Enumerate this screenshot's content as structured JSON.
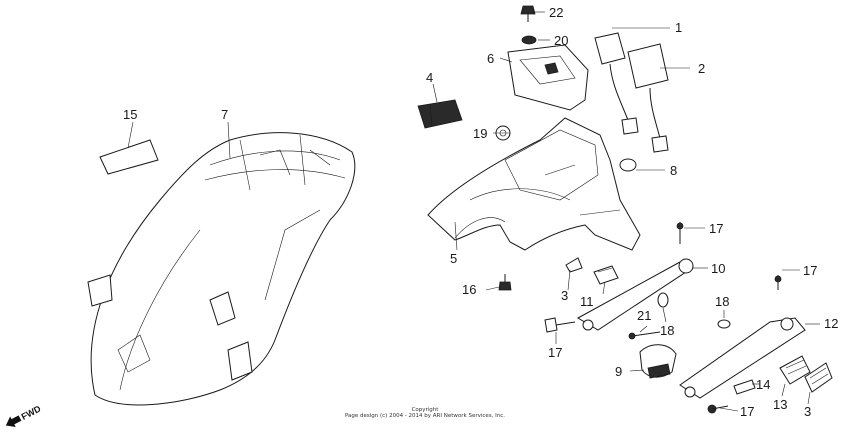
{
  "callouts": {
    "c1": "1",
    "c2": "2",
    "c3a": "3",
    "c3b": "3",
    "c4": "4",
    "c5": "5",
    "c6": "6",
    "c7": "7",
    "c8": "8",
    "c9": "9",
    "c10": "10",
    "c11": "11",
    "c12": "12",
    "c13": "13",
    "c14": "14",
    "c15": "15",
    "c16": "16",
    "c17a": "17",
    "c17b": "17",
    "c17c": "17",
    "c17d": "17",
    "c18a": "18",
    "c18b": "18",
    "c19": "19",
    "c20": "20",
    "c21": "21",
    "c22": "22"
  },
  "fwd_label": "FWD",
  "copyright": {
    "line1": "Copyright",
    "line2": "Page design (c) 2004 - 2014 by ARI Network Services, Inc."
  }
}
